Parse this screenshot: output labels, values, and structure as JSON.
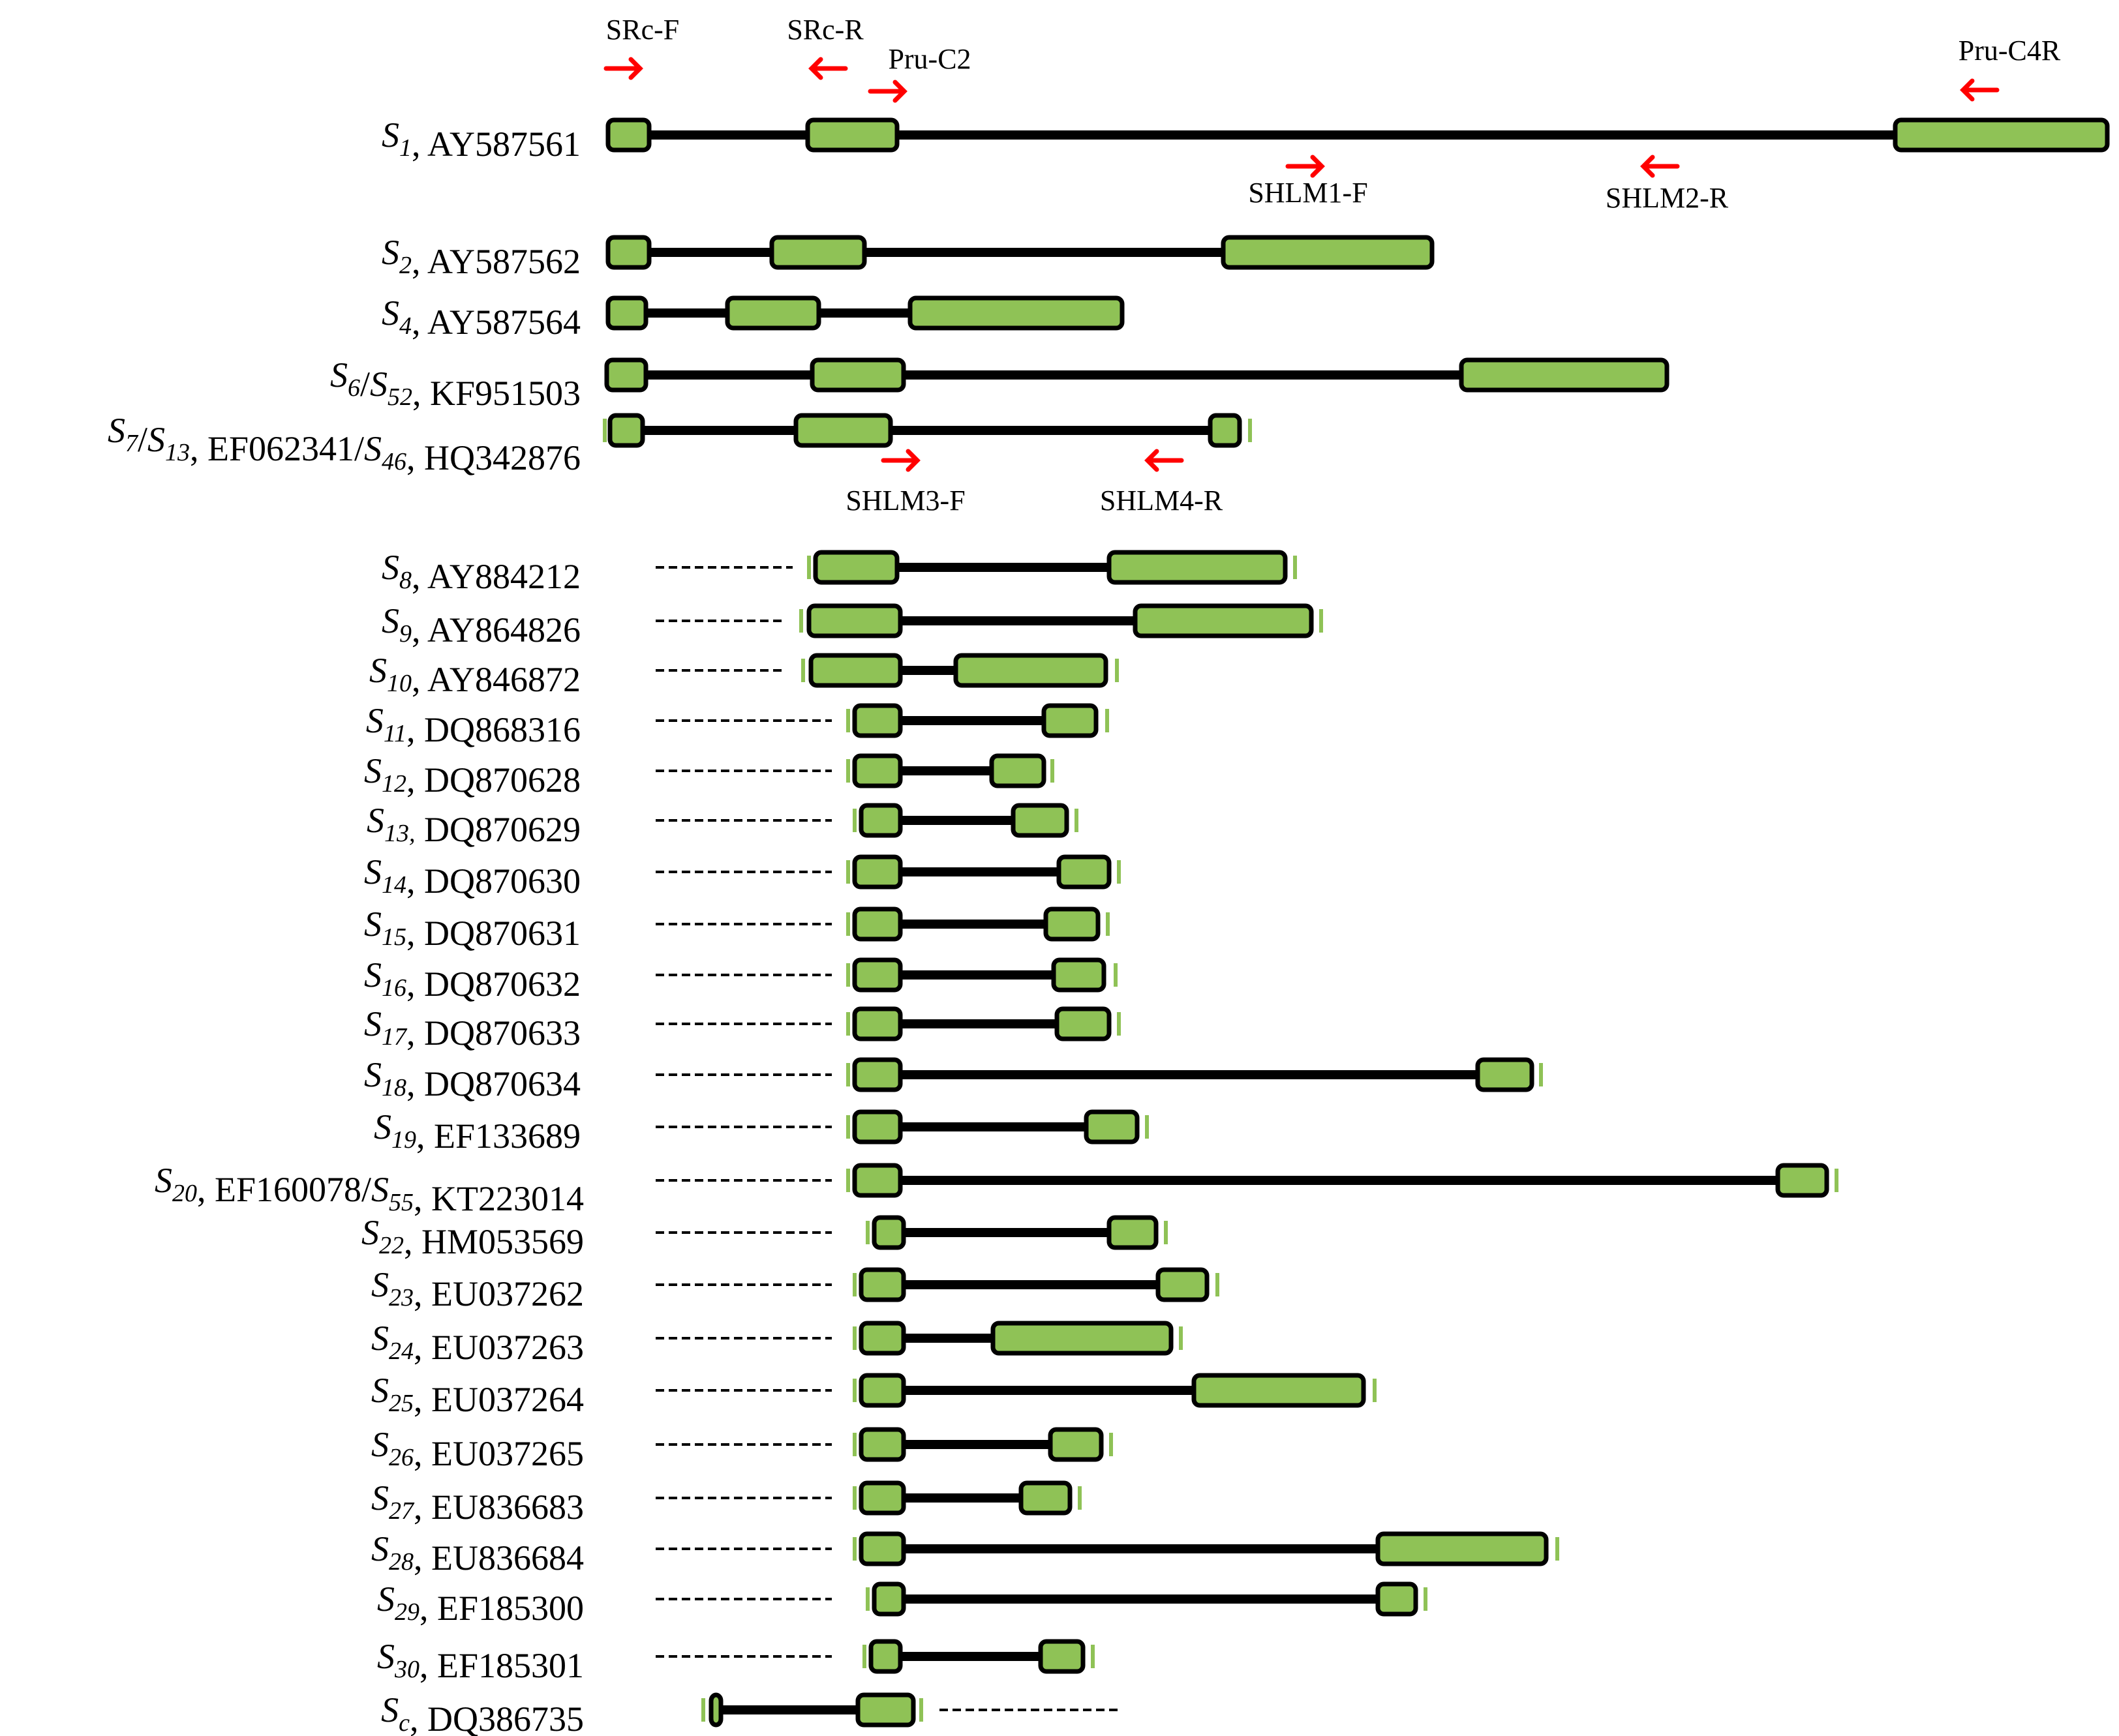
{
  "colors": {
    "exon": "#8fc256",
    "exon_stroke": "#000000",
    "intron": "#000000",
    "primer_arrow": "#ff0000",
    "tick": "#8fc256"
  },
  "primers": [
    {
      "name": "SRc-F",
      "direction": "right"
    },
    {
      "name": "SRc-R",
      "direction": "left"
    },
    {
      "name": "Pru-C2",
      "direction": "right"
    },
    {
      "name": "Pru-C4R",
      "direction": "left"
    },
    {
      "name": "SHLM1-F",
      "direction": "right"
    },
    {
      "name": "SHLM2-R",
      "direction": "left"
    },
    {
      "name": "SHLM3-F",
      "direction": "right"
    },
    {
      "name": "SHLM4-R",
      "direction": "left"
    }
  ],
  "genes": [
    {
      "label": [
        [
          "S",
          "1",
          "i"
        ],
        [
          ", AY587561",
          null,
          ""
        ]
      ]
    },
    {
      "label": [
        [
          "S",
          "2",
          "i"
        ],
        [
          ", AY587562",
          null,
          ""
        ]
      ]
    },
    {
      "label": [
        [
          "S",
          "4",
          "i"
        ],
        [
          ", AY587564",
          null,
          ""
        ]
      ]
    },
    {
      "label": [
        [
          "S",
          "6",
          "i"
        ],
        [
          "/",
          null,
          ""
        ],
        [
          "S",
          "52",
          "i"
        ],
        [
          ", KF951503",
          null,
          ""
        ]
      ]
    },
    {
      "label": [
        [
          "S",
          "7",
          "i"
        ],
        [
          "/",
          null,
          ""
        ],
        [
          "S",
          "13",
          "i"
        ],
        [
          ", EF062341/",
          null,
          ""
        ],
        [
          "S",
          "46",
          "i"
        ],
        [
          ", HQ342876",
          null,
          ""
        ]
      ]
    },
    {
      "label": [
        [
          "S",
          "8",
          "i"
        ],
        [
          ", AY884212",
          null,
          ""
        ]
      ]
    },
    {
      "label": [
        [
          "S",
          "9",
          "i"
        ],
        [
          ", AY864826",
          null,
          ""
        ]
      ]
    },
    {
      "label": [
        [
          "S",
          "10",
          "i"
        ],
        [
          ", AY846872",
          null,
          ""
        ]
      ]
    },
    {
      "label": [
        [
          "S",
          "11",
          "i"
        ],
        [
          ", DQ868316",
          null,
          ""
        ]
      ]
    },
    {
      "label": [
        [
          "S",
          "12",
          "i"
        ],
        [
          ", DQ870628",
          null,
          ""
        ]
      ]
    },
    {
      "label": [
        [
          "S",
          "13,",
          "i"
        ],
        [
          " DQ870629",
          null,
          ""
        ]
      ]
    },
    {
      "label": [
        [
          "S",
          "14",
          "i"
        ],
        [
          ", DQ870630",
          null,
          ""
        ]
      ]
    },
    {
      "label": [
        [
          "S",
          "15",
          "i"
        ],
        [
          ", DQ870631",
          null,
          ""
        ]
      ]
    },
    {
      "label": [
        [
          "S",
          "16",
          "i"
        ],
        [
          ", DQ870632",
          null,
          ""
        ]
      ]
    },
    {
      "label": [
        [
          "S",
          "17",
          "i"
        ],
        [
          ", DQ870633",
          null,
          ""
        ]
      ]
    },
    {
      "label": [
        [
          "S",
          "18",
          "i"
        ],
        [
          ", DQ870634",
          null,
          ""
        ]
      ]
    },
    {
      "label": [
        [
          "S",
          "19",
          "i"
        ],
        [
          ", EF133689",
          null,
          ""
        ]
      ]
    },
    {
      "label": [
        [
          "S",
          "20",
          "i"
        ],
        [
          ", EF160078/",
          null,
          ""
        ],
        [
          "S",
          "55",
          "i"
        ],
        [
          ", KT223014",
          null,
          ""
        ]
      ]
    },
    {
      "label": [
        [
          "S",
          "22",
          "i"
        ],
        [
          ", HM053569",
          null,
          ""
        ]
      ]
    },
    {
      "label": [
        [
          "S",
          "23",
          "i"
        ],
        [
          ", EU037262",
          null,
          ""
        ]
      ]
    },
    {
      "label": [
        [
          "S",
          "24",
          "i"
        ],
        [
          ", EU037263",
          null,
          ""
        ]
      ]
    },
    {
      "label": [
        [
          "S",
          "25",
          "i"
        ],
        [
          ", EU037264",
          null,
          ""
        ]
      ]
    },
    {
      "label": [
        [
          "S",
          "26",
          "i"
        ],
        [
          ", EU037265",
          null,
          ""
        ]
      ]
    },
    {
      "label": [
        [
          "S",
          "27",
          "i"
        ],
        [
          ", EU836683",
          null,
          ""
        ]
      ]
    },
    {
      "label": [
        [
          "S",
          "28",
          "i"
        ],
        [
          ", EU836684",
          null,
          ""
        ]
      ]
    },
    {
      "label": [
        [
          "S",
          "29",
          "i"
        ],
        [
          ", EF185300",
          null,
          ""
        ]
      ]
    },
    {
      "label": [
        [
          "S",
          "30",
          "i"
        ],
        [
          ", EF185301",
          null,
          ""
        ]
      ]
    },
    {
      "label": [
        [
          "S",
          "c",
          "i"
        ],
        [
          ", DQ386735",
          null,
          ""
        ]
      ]
    }
  ]
}
